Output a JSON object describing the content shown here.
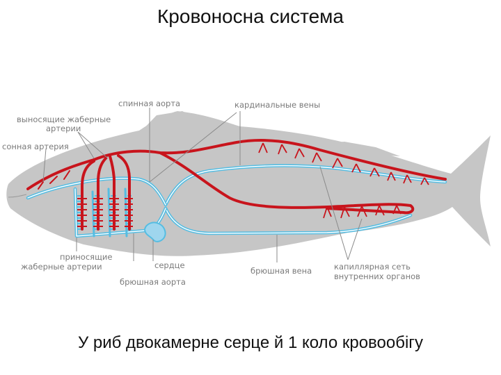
{
  "slide": {
    "title": "Кровоносна система",
    "caption": "У риб двокамерне серце й 1 коло кровообігу"
  },
  "diagram": {
    "labels": {
      "dorsal_aorta": "спинная аорта",
      "cardinal_veins": "кардинальные вены",
      "efferent_gill_line1": "выносящие жаберные",
      "efferent_gill_line2": "артерии",
      "carotid": "сонная артерия",
      "afferent_gill_line1": "приносящие",
      "afferent_gill_line2": "жаберные артерии",
      "heart": "сердце",
      "ventral_aorta": "брюшная аорта",
      "ventral_vein": "брюшная вена",
      "capillary_line1": "капиллярная сеть",
      "capillary_line2": "внутренних органов"
    },
    "colors": {
      "body": "#c6c6c6",
      "arterial": "#c8141c",
      "venous": "#55bde2",
      "label": "#7a7a7a"
    }
  }
}
